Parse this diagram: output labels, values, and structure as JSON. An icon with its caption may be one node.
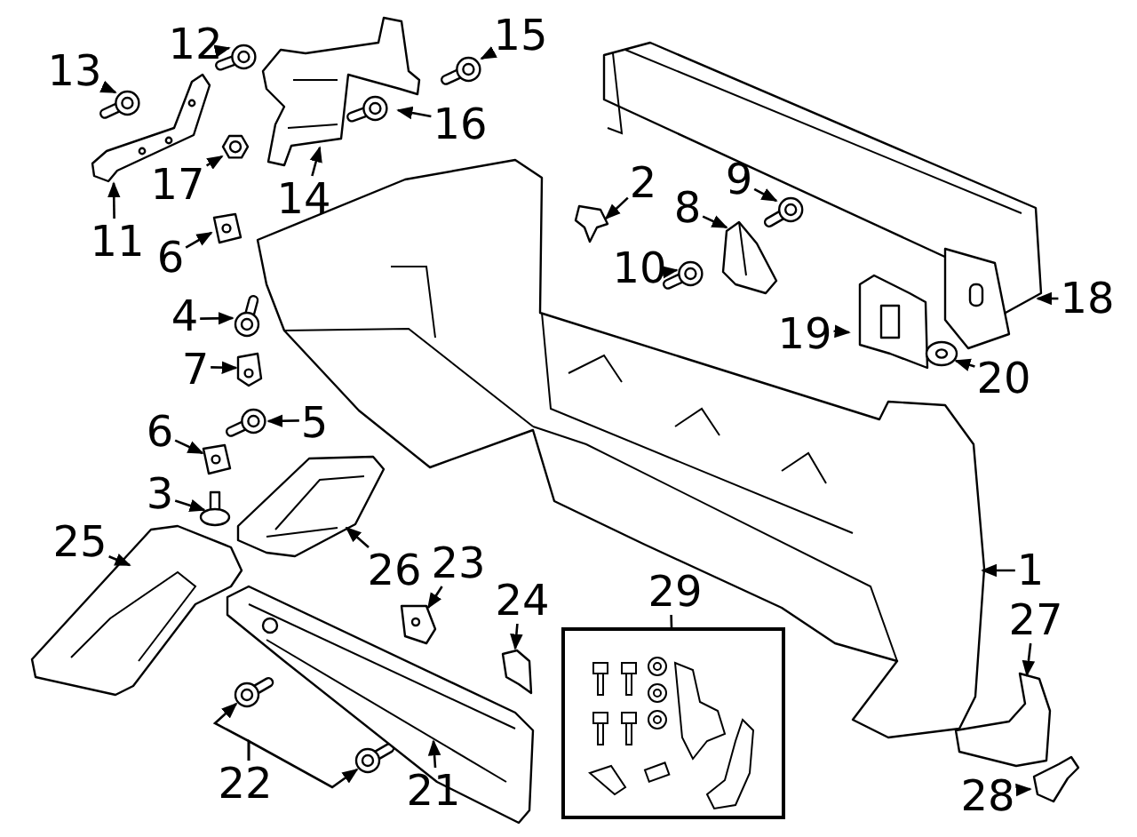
{
  "diagram": {
    "nodes": [
      {
        "text": [
          "15"
        ]
      },
      {
        "text": [
          "12"
        ]
      },
      {
        "text": [
          "13"
        ]
      },
      {
        "text": [
          "16"
        ]
      },
      {
        "text": [
          "9"
        ]
      },
      {
        "text": [
          "2"
        ]
      },
      {
        "text": [
          "17"
        ]
      },
      {
        "text": [
          "14"
        ]
      },
      {
        "text": [
          "8"
        ]
      },
      {
        "text": [
          "11"
        ]
      },
      {
        "text": [
          "6"
        ]
      },
      {
        "text": [
          "10"
        ]
      },
      {
        "text": [
          "18"
        ]
      },
      {
        "text": [
          "4"
        ]
      },
      {
        "text": [
          "19"
        ]
      },
      {
        "text": [
          "7"
        ]
      },
      {
        "text": [
          "20"
        ]
      },
      {
        "text": [
          "5"
        ]
      },
      {
        "text": [
          "6"
        ]
      },
      {
        "text": [
          "3"
        ]
      },
      {
        "text": [
          "25"
        ]
      },
      {
        "text": [
          "26"
        ]
      },
      {
        "text": [
          "23"
        ]
      },
      {
        "text": [
          "1"
        ]
      },
      {
        "text": [
          "29"
        ]
      },
      {
        "text": [
          "24"
        ]
      },
      {
        "text": [
          "27"
        ]
      },
      {
        "text": [
          "22"
        ]
      },
      {
        "text": [
          "21"
        ]
      },
      {
        "text": [
          "28"
        ]
      },
      {
        "text": [],
        "shape": "picture"
      },
      {
        "text": [],
        "shape": "picture"
      },
      {
        "text": [],
        "shape": "picture"
      },
      {
        "text": [],
        "shape": "picture"
      },
      {
        "text": [],
        "shape": "picture"
      },
      {
        "text": [],
        "shape": "picture"
      },
      {
        "text": [],
        "shape": "picture"
      },
      {
        "text": [],
        "shape": "picture"
      },
      {
        "text": [],
        "shape": "picture"
      },
      {
        "text": [],
        "shape": "picture"
      },
      {
        "text": [],
        "shape": "picture"
      },
      {
        "text": [],
        "shape": "picture"
      },
      {
        "text": [],
        "shape": "picture"
      },
      {
        "text": [],
        "shape": "picture"
      },
      {
        "text": [],
        "shape": "picture"
      },
      {
        "text": [],
        "shape": "picture"
      },
      {
        "text": [],
        "shape": "picture"
      },
      {
        "text": [],
        "shape": "picture"
      },
      {
        "text": [],
        "shape": "picture"
      },
      {
        "text": [],
        "shape": "picture"
      },
      {
        "text": [],
        "shape": "picture"
      },
      {
        "text": [],
        "shape": "picture"
      },
      {
        "text": [],
        "shape": "picture"
      },
      {
        "text": [],
        "shape": "picture"
      },
      {
        "text": [],
        "shape": "box"
      },
      {
        "text": [],
        "shape": "picture"
      },
      {
        "text": [],
        "shape": "picture"
      },
      {
        "text": [],
        "shape": "picture"
      },
      {
        "text": [],
        "shape": "picture"
      },
      {
        "text": [],
        "shape": "picture"
      },
      {
        "text": [],
        "shape": "picture"
      }
    ],
    "edges": [
      {
        "from": 0,
        "to": 30,
        "arrow": "to"
      },
      {
        "from": 1,
        "to": 31,
        "arrow": "to"
      },
      {
        "from": 2,
        "to": 32,
        "arrow": "to"
      },
      {
        "from": 3,
        "to": 33,
        "arrow": "to"
      },
      {
        "from": 4,
        "to": 34,
        "arrow": "to"
      },
      {
        "from": 5,
        "to": 35,
        "arrow": "to"
      },
      {
        "from": 6,
        "to": 36,
        "arrow": "to"
      },
      {
        "from": 7,
        "to": 37,
        "arrow": "to"
      },
      {
        "from": 8,
        "to": 38,
        "arrow": "to"
      },
      {
        "from": 9,
        "to": 39,
        "arrow": "to"
      },
      {
        "from": 10,
        "to": 40,
        "arrow": "to"
      },
      {
        "from": 11,
        "to": 41,
        "arrow": "to"
      },
      {
        "from": 12,
        "to": 42,
        "arrow": "to"
      },
      {
        "from": 13,
        "to": 43,
        "arrow": "to"
      },
      {
        "from": 14,
        "to": 44,
        "arrow": "to"
      },
      {
        "from": 15,
        "to": 45,
        "arrow": "to"
      },
      {
        "from": 16,
        "to": 46,
        "arrow": "to"
      },
      {
        "from": 17,
        "to": 47,
        "arrow": "to"
      },
      {
        "from": 18,
        "to": 48,
        "arrow": "to"
      },
      {
        "from": 19,
        "to": 49,
        "arrow": "to"
      },
      {
        "from": 20,
        "to": 50,
        "arrow": "to"
      },
      {
        "from": 21,
        "to": 51,
        "arrow": "to"
      },
      {
        "from": 22,
        "to": 52,
        "arrow": "to"
      },
      {
        "from": 23,
        "to": 53,
        "arrow": "to"
      },
      {
        "from": 24,
        "to": 54,
        "arrow": "none"
      },
      {
        "from": 25,
        "to": 55,
        "arrow": "to"
      },
      {
        "from": 26,
        "to": 56,
        "arrow": "to"
      },
      {
        "from": 27,
        "to": 57,
        "arrow": "to"
      },
      {
        "from": 27,
        "to": 58,
        "arrow": "to"
      },
      {
        "from": 28,
        "to": 59,
        "arrow": "to"
      },
      {
        "from": 29,
        "to": 60,
        "arrow": "to"
      }
    ]
  }
}
